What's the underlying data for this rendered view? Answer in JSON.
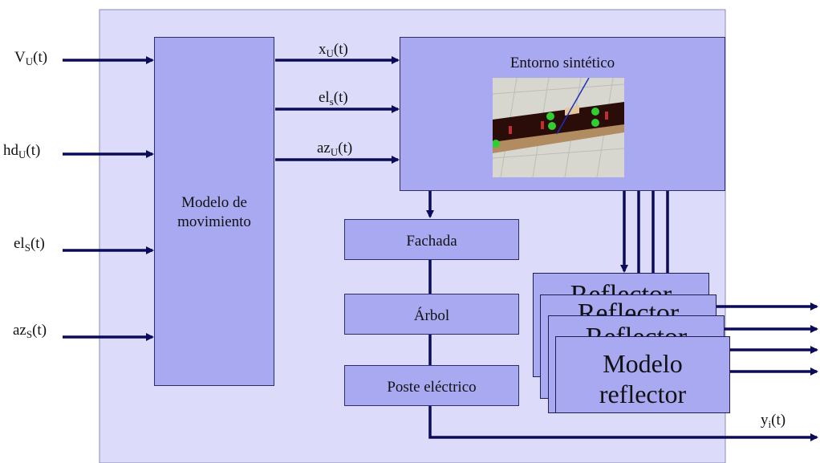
{
  "inputs": {
    "vu": {
      "base": "V",
      "sub": "U",
      "arg": "(t)"
    },
    "hdu": {
      "base": "hd",
      "sub": "U",
      "arg": "(t)"
    },
    "els": {
      "base": "el",
      "sub": "S",
      "arg": "(t)"
    },
    "azs": {
      "base": "az",
      "sub": "S",
      "arg": "(t)"
    }
  },
  "signals": {
    "xu": {
      "base": "x",
      "sub": "U",
      "arg": "(t)"
    },
    "els_lower": {
      "base": "el",
      "sub": "s",
      "arg": "(t)"
    },
    "azu": {
      "base": "az",
      "sub": "U",
      "arg": "(t)"
    },
    "yi": {
      "base": "y",
      "sub": "i",
      "arg": "(t)"
    }
  },
  "blocks": {
    "motion_model": "Modelo de movimiento",
    "synthetic_env": "Entorno sintético",
    "facade": "Fachada",
    "tree": "Árbol",
    "electric_pole": "Poste eléctrico",
    "reflector_model_line1": "Modelo",
    "reflector_model_line2": "reflector",
    "reflector_stack_label": "Reflector"
  },
  "colors": {
    "block_fill": "#a9a9f2",
    "outer_fill": "#dcdcfa",
    "arrow": "#0b0b5a"
  }
}
